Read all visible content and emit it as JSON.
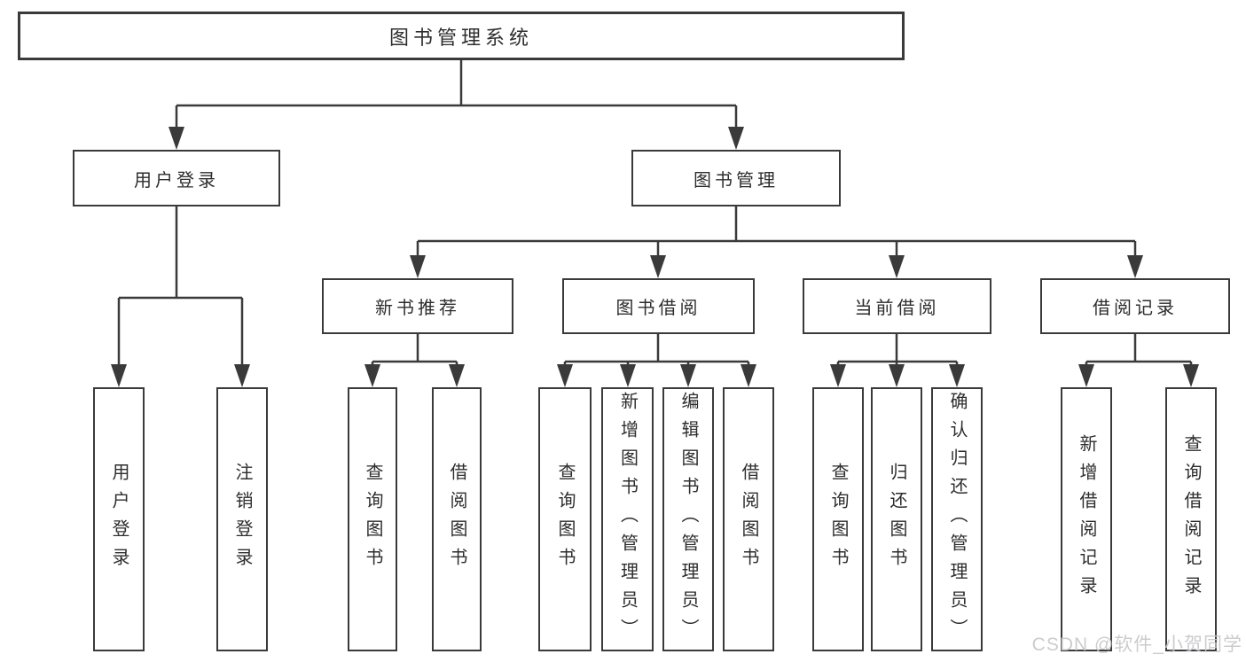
{
  "diagram": {
    "type": "hierarchy-tree",
    "background": "#ffffff",
    "line_color": "#3a3a3a",
    "text_color": "#2d2d2d"
  },
  "tree": {
    "label": "图书管理系统",
    "children": [
      {
        "label": "用户登录",
        "children": [
          {
            "label": "用户登录"
          },
          {
            "label": "注销登录"
          }
        ]
      },
      {
        "label": "图书管理",
        "children": [
          {
            "label": "新书推荐",
            "children": [
              {
                "label": "查询图书"
              },
              {
                "label": "借阅图书"
              }
            ]
          },
          {
            "label": "图书借阅",
            "children": [
              {
                "label": "查询图书"
              },
              {
                "label": "新增图书（管理员）"
              },
              {
                "label": "编辑图书（管理员）"
              },
              {
                "label": "借阅图书"
              }
            ]
          },
          {
            "label": "当前借阅",
            "children": [
              {
                "label": "查询图书"
              },
              {
                "label": "归还图书"
              },
              {
                "label": "确认归还（管理员）"
              }
            ]
          },
          {
            "label": "借阅记录",
            "children": [
              {
                "label": "新增借阅记录"
              },
              {
                "label": "查询借阅记录"
              }
            ]
          }
        ]
      }
    ]
  },
  "watermark": {
    "text": "CSDN @软件_小贺同学",
    "color": "#c8c8cc"
  }
}
